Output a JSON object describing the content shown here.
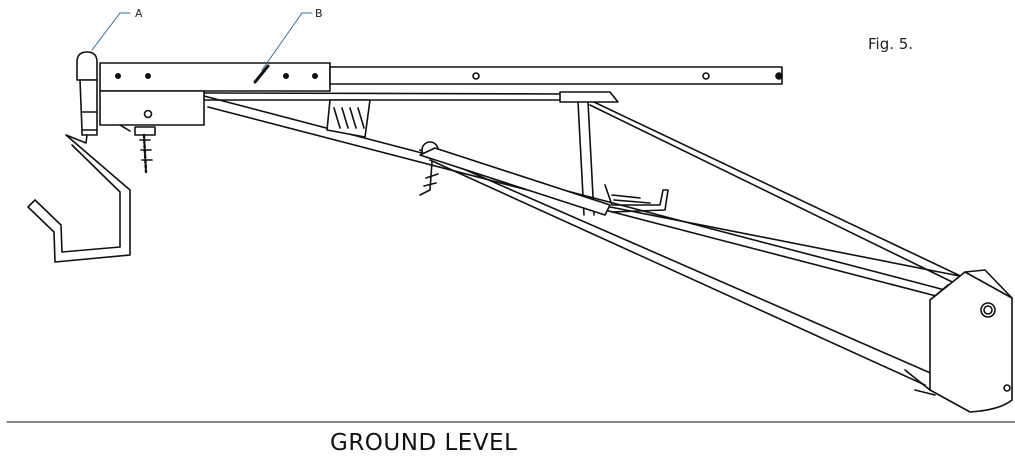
{
  "figure": {
    "label": "Fig. 5.",
    "callouts": {
      "a": "A",
      "b": "B"
    },
    "ground_label": "GROUND LEVEL",
    "stroke_color": "#111111"
  }
}
